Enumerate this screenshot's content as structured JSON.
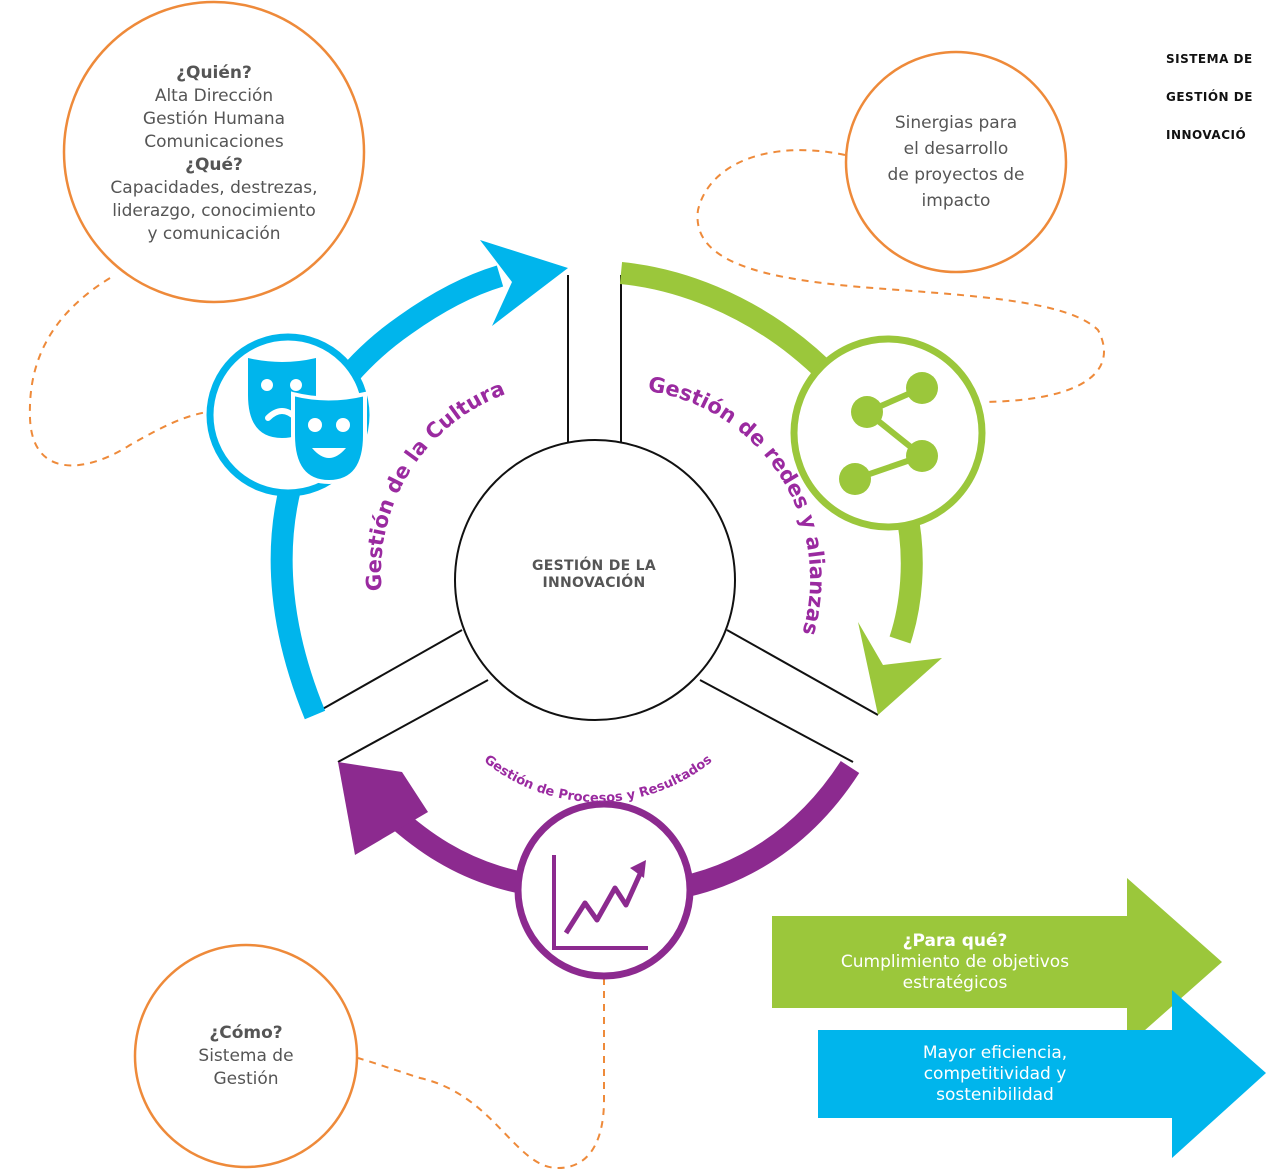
{
  "side_title": [
    "SISTEMA DE",
    "GESTIÓN DE",
    "INNOVACIÓ"
  ],
  "center": {
    "line1": "GESTIÓN DE LA",
    "line2": "INNOVACIÓN"
  },
  "segments": {
    "culture": "Gestión de la Cultura",
    "networks": "Gestión de redes y alianzas",
    "processes": "Gestión de Procesos y Resultados"
  },
  "callouts": {
    "who": {
      "q1": "¿Quién?",
      "a1": [
        "Alta Dirección",
        "Gestión Humana",
        "Comunicaciones"
      ],
      "q2": "¿Qué?",
      "a2": [
        "Capacidades, destrezas,",
        "liderazgo, conocimiento",
        "y comunicación"
      ]
    },
    "synergy": [
      "Sinergias para",
      "el desarrollo",
      "de proyectos de",
      "impacto"
    ],
    "how": {
      "q": "¿Cómo?",
      "a": [
        "Sistema de",
        "Gestión"
      ]
    }
  },
  "arrows": {
    "purpose": {
      "q": "¿Para qué?",
      "a": [
        "Cumplimiento de objetivos",
        "estratégicos"
      ]
    },
    "result": [
      "Mayor eficiencia,",
      "competitividad y",
      "sostenibilidad"
    ]
  },
  "colors": {
    "blue": "#00b5ec",
    "green": "#9bc73b",
    "purple": "#8c2a8f",
    "orange": "#ee8a3a",
    "label_purple": "#9a2aa0",
    "text_gray": "#555555"
  },
  "icons": {
    "culture": "theater-masks-icon",
    "networks": "share-network-icon",
    "processes": "rising-chart-icon"
  }
}
